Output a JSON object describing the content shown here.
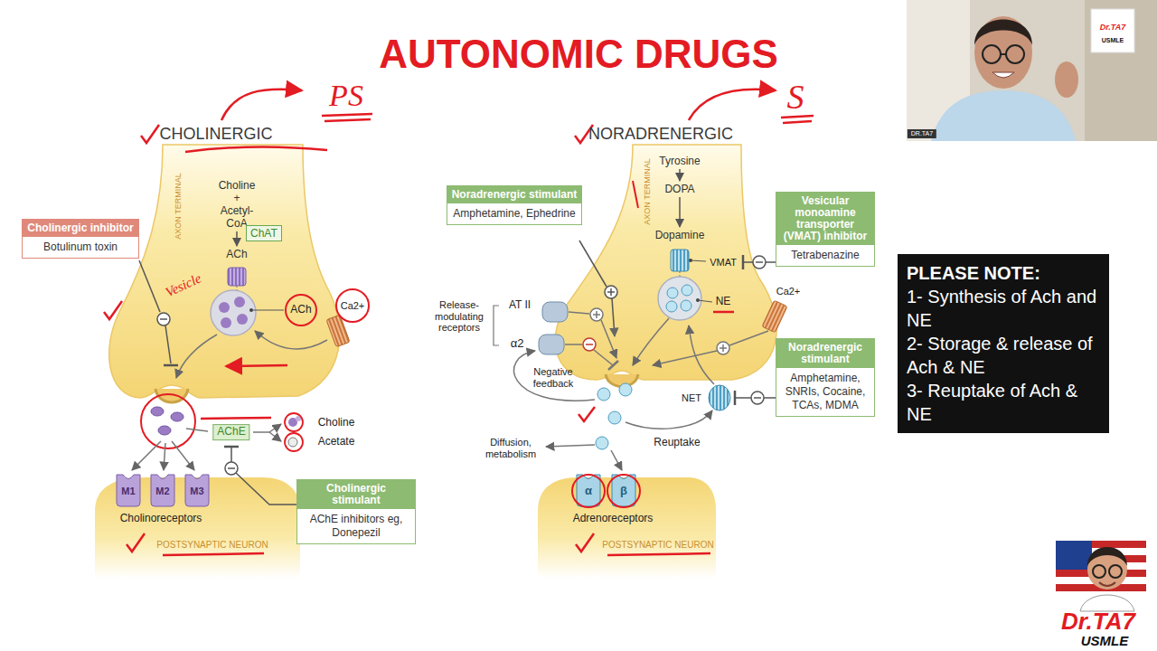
{
  "diagram": {
    "title": "AUTONOMIC DRUGS",
    "nodes": [
      {
        "text": [
          "Cholinergic inhibitor",
          "Botulinum toxin"
        ]
      },
      {
        "text": [
          "Choline + Acetyl-CoA"
        ]
      },
      {
        "text": [
          "ChAT"
        ]
      },
      {
        "text": [
          "ACh"
        ]
      },
      {
        "text": [
          "Cholinergic stimulant",
          "AChE inhibitors eg, Donepezil"
        ]
      },
      {
        "text": [
          "Noradrenergic stimulant",
          "Amphetamine, Ephedrine"
        ]
      },
      {
        "text": [
          "Tyrosine"
        ]
      },
      {
        "text": [
          "DOPA"
        ]
      },
      {
        "text": [
          "Dopamine"
        ]
      },
      {
        "text": [
          "Vesicular monoamine transporter (VMAT) inhibitor",
          "Tetrabenazine"
        ]
      },
      {
        "text": [
          "Noradrenergic stimulant",
          "Amphetamine, SNRIs, Cocaine, TCAs, MDMA"
        ]
      },
      {
        "text": [
          "PLEASE NOTE:",
          "1- Synthesis of Ach and NE",
          "2- Storage & release of Ach & NE",
          "3- Reuptake of Ach & NE"
        ]
      }
    ],
    "edges": [
      {
        "from": 1,
        "to": 3,
        "arrow": "to"
      },
      {
        "from": 6,
        "to": 7,
        "arrow": "to"
      },
      {
        "from": 7,
        "to": 8,
        "arrow": "to"
      }
    ],
    "labels": [
      "PS",
      "S",
      "CHOLINERGIC",
      "NORADRENERGIC",
      "AXON TERMINAL",
      "Vesicle",
      "ACh",
      "Ca2+",
      "AChE",
      "Choline",
      "Acetate",
      "M1",
      "M2",
      "M3",
      "Cholinoreceptors",
      "POSTSYNAPTIC NEURON",
      "AXON TERMINAL",
      "VMAT",
      "NE",
      "Ca2+",
      "AT II",
      "α2",
      "Release-modulating receptors",
      "Negative feedback",
      "Diffusion, metabolism",
      "Reuptake",
      "NET",
      "α",
      "β",
      "Adrenoreceptors",
      "POSTSYNAPTIC NEURON",
      "DR.TA7",
      "Dr.TA7",
      "USMLE",
      "Dr.TA7",
      "USMLE"
    ]
  }
}
